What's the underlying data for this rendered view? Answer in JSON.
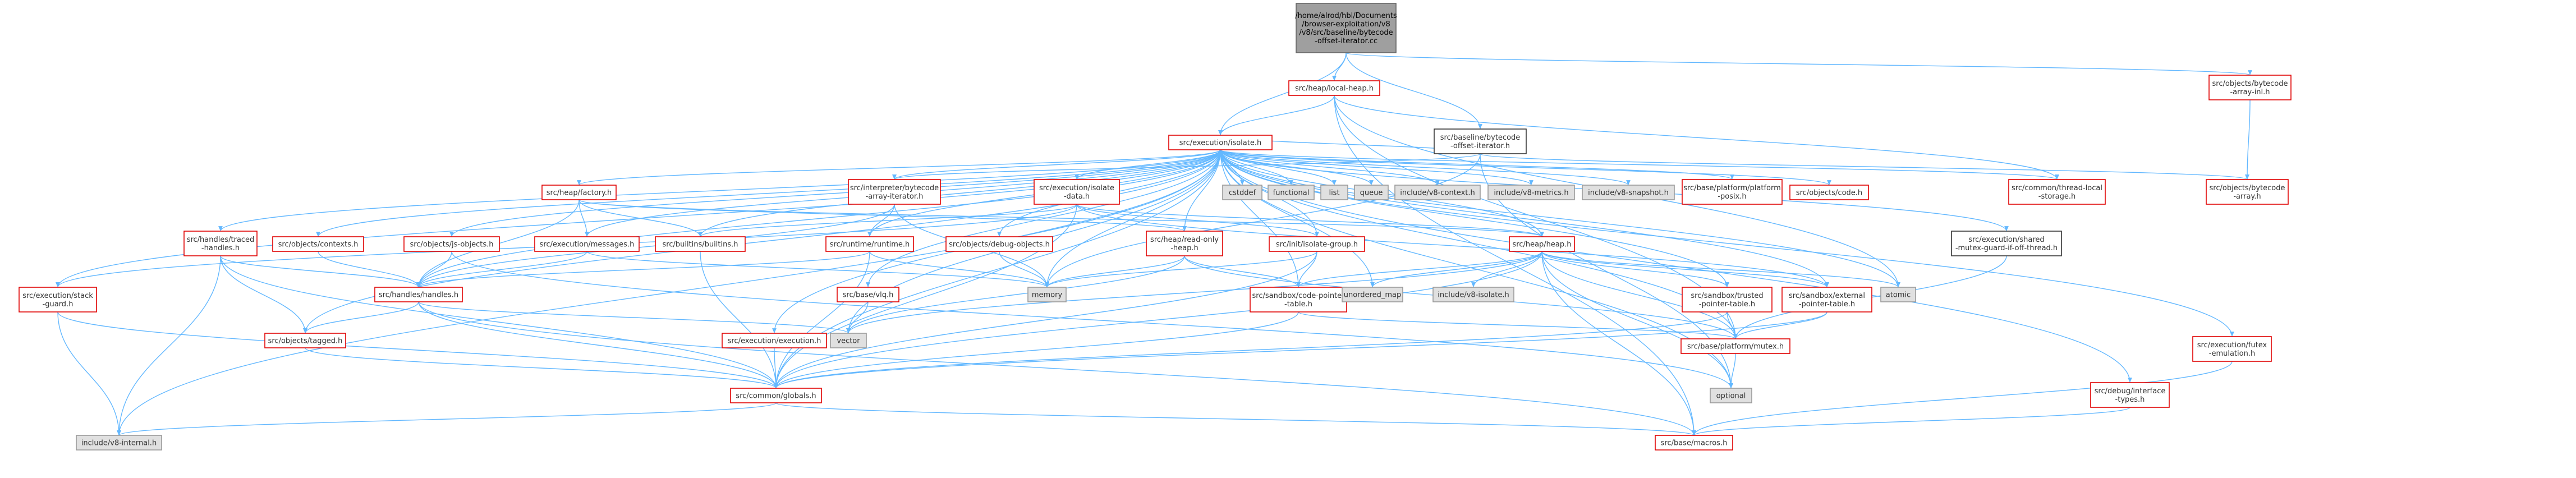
{
  "colors": {
    "node_red_border": "#e00000",
    "node_gray_border": "#999999",
    "node_fill_white": "#ffffff",
    "node_fill_gray": "#e0e0e0",
    "root_fill": "#9f9f9f",
    "root_border": "#666666",
    "edge": "#63b8ff",
    "edge_dark": "#8fa6c6",
    "label_red": "#e00000",
    "label_dark": "#333333"
  },
  "nodes": [
    {
      "id": "root",
      "lines": [
        "/home/alrod/hbl/Documents",
        "/browser-exploitation/v8",
        "/v8/src/baseline/bytecode",
        "-offset-iterator.cc"
      ],
      "style": "root"
    },
    {
      "id": "local_heap",
      "lines": [
        "src/heap/local-heap.h"
      ],
      "style": "red"
    },
    {
      "id": "bytecode_array_inl",
      "lines": [
        "src/objects/bytecode",
        "-array-inl.h"
      ],
      "style": "red"
    },
    {
      "id": "bytecode_offset_iter",
      "lines": [
        "src/baseline/bytecode",
        "-offset-iterator.h"
      ],
      "style": "white"
    },
    {
      "id": "isolate",
      "lines": [
        "src/execution/isolate.h"
      ],
      "style": "red"
    },
    {
      "id": "bytecode_array",
      "lines": [
        "src/objects/bytecode",
        "-array.h"
      ],
      "style": "red"
    },
    {
      "id": "interp_bytecode_iter",
      "lines": [
        "src/interpreter/bytecode",
        "-array-iterator.h"
      ],
      "style": "red"
    },
    {
      "id": "isolate_data",
      "lines": [
        "src/execution/isolate",
        "-data.h"
      ],
      "style": "red"
    },
    {
      "id": "heap_factory",
      "lines": [
        "src/heap/factory.h"
      ],
      "style": "red"
    },
    {
      "id": "cstddef",
      "lines": [
        "cstddef"
      ],
      "style": "gray"
    },
    {
      "id": "functional",
      "lines": [
        "functional"
      ],
      "style": "gray"
    },
    {
      "id": "list",
      "lines": [
        "list"
      ],
      "style": "gray"
    },
    {
      "id": "queue",
      "lines": [
        "queue"
      ],
      "style": "gray"
    },
    {
      "id": "v8_context",
      "lines": [
        "include/v8-context.h"
      ],
      "style": "gray"
    },
    {
      "id": "v8_metrics",
      "lines": [
        "include/v8-metrics.h"
      ],
      "style": "gray"
    },
    {
      "id": "v8_snapshot",
      "lines": [
        "include/v8-snapshot.h"
      ],
      "style": "gray"
    },
    {
      "id": "platform_posix",
      "lines": [
        "src/base/platform/platform",
        "-posix.h"
      ],
      "style": "red"
    },
    {
      "id": "objects_code",
      "lines": [
        "src/objects/code.h"
      ],
      "style": "red"
    },
    {
      "id": "thread_local",
      "lines": [
        "src/common/thread-local",
        "-storage.h"
      ],
      "style": "red"
    },
    {
      "id": "handles_traced",
      "lines": [
        "src/handles/traced",
        "-handles.h"
      ],
      "style": "red"
    },
    {
      "id": "objects_contexts",
      "lines": [
        "src/objects/contexts.h"
      ],
      "style": "red"
    },
    {
      "id": "js_objects",
      "lines": [
        "src/objects/js-objects.h"
      ],
      "style": "red"
    },
    {
      "id": "exec_messages",
      "lines": [
        "src/execution/messages.h"
      ],
      "style": "red"
    },
    {
      "id": "builtins",
      "lines": [
        "src/builtins/builtins.h"
      ],
      "style": "red"
    },
    {
      "id": "runtime",
      "lines": [
        "src/runtime/runtime.h"
      ],
      "style": "red"
    },
    {
      "id": "debug_objects",
      "lines": [
        "src/objects/debug-objects.h"
      ],
      "style": "red"
    },
    {
      "id": "read_only_heap",
      "lines": [
        "src/heap/read-only",
        "-heap.h"
      ],
      "style": "red"
    },
    {
      "id": "isolate_group",
      "lines": [
        "src/init/isolate-group.h"
      ],
      "style": "red"
    },
    {
      "id": "heap_h",
      "lines": [
        "src/heap/heap.h"
      ],
      "style": "red"
    },
    {
      "id": "shared_mutex",
      "lines": [
        "src/execution/shared",
        "-mutex-guard-if-off-thread.h"
      ],
      "style": "white"
    },
    {
      "id": "exec_stack_guard",
      "lines": [
        "src/execution/stack",
        "-guard.h"
      ],
      "style": "red"
    },
    {
      "id": "handles_h",
      "lines": [
        "src/handles/handles.h"
      ],
      "style": "red"
    },
    {
      "id": "base_vlq",
      "lines": [
        "src/base/vlq.h"
      ],
      "style": "red"
    },
    {
      "id": "memory",
      "lines": [
        "memory"
      ],
      "style": "gray"
    },
    {
      "id": "code_pointer_table",
      "lines": [
        "src/sandbox/code-pointer",
        "-table.h"
      ],
      "style": "red"
    },
    {
      "id": "unordered_map",
      "lines": [
        "unordered_map"
      ],
      "style": "gray"
    },
    {
      "id": "v8_isolate",
      "lines": [
        "include/v8-isolate.h"
      ],
      "style": "gray"
    },
    {
      "id": "trusted_pointer",
      "lines": [
        "src/sandbox/trusted",
        "-pointer-table.h"
      ],
      "style": "red"
    },
    {
      "id": "external_pointer",
      "lines": [
        "src/sandbox/external",
        "-pointer-table.h"
      ],
      "style": "red"
    },
    {
      "id": "atomic",
      "lines": [
        "atomic"
      ],
      "style": "gray"
    },
    {
      "id": "objects_tagged",
      "lines": [
        "src/objects/tagged.h"
      ],
      "style": "red"
    },
    {
      "id": "vector",
      "lines": [
        "vector"
      ],
      "style": "gray"
    },
    {
      "id": "exec_execution",
      "lines": [
        "src/execution/execution.h"
      ],
      "style": "red"
    },
    {
      "id": "platform_mutex",
      "lines": [
        "src/base/platform/mutex.h"
      ],
      "style": "red"
    },
    {
      "id": "futex",
      "lines": [
        "src/execution/futex",
        "-emulation.h"
      ],
      "style": "red"
    },
    {
      "id": "common_globals",
      "lines": [
        "src/common/globals.h"
      ],
      "style": "red"
    },
    {
      "id": "optional",
      "lines": [
        "optional"
      ],
      "style": "gray"
    },
    {
      "id": "debug_interface",
      "lines": [
        "src/debug/interface",
        "-types.h"
      ],
      "style": "red"
    },
    {
      "id": "v8_internal",
      "lines": [
        "include/v8-internal.h"
      ],
      "style": "gray"
    },
    {
      "id": "base_macros",
      "lines": [
        "src/base/macros.h"
      ],
      "style": "red"
    }
  ]
}
